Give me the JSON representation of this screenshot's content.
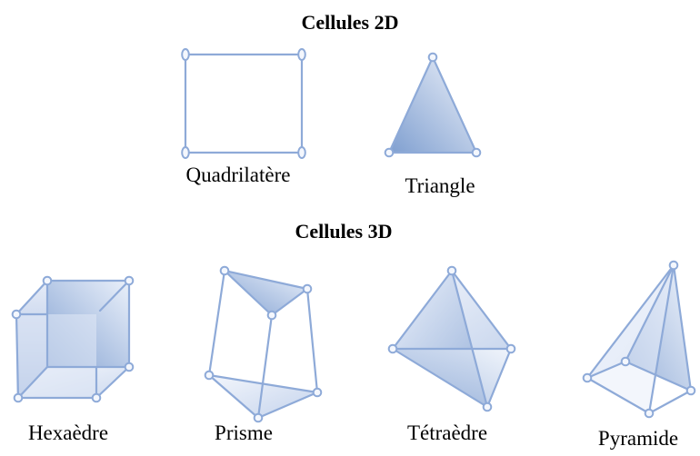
{
  "sections": {
    "cells_2d": {
      "title": "Cellules 2D",
      "items": [
        {
          "label": "Quadrilatère"
        },
        {
          "label": "Triangle"
        }
      ]
    },
    "cells_3d": {
      "title": "Cellules 3D",
      "items": [
        {
          "label": "Hexaèdre"
        },
        {
          "label": "Prisme"
        },
        {
          "label": "Tétraèdre"
        },
        {
          "label": "Pyramide"
        }
      ]
    }
  },
  "colors": {
    "edge": "#8eaad8",
    "face_dark": "#7f9fd0",
    "face_light": "#eef2fa",
    "node_fill": "#f4f7fd"
  }
}
